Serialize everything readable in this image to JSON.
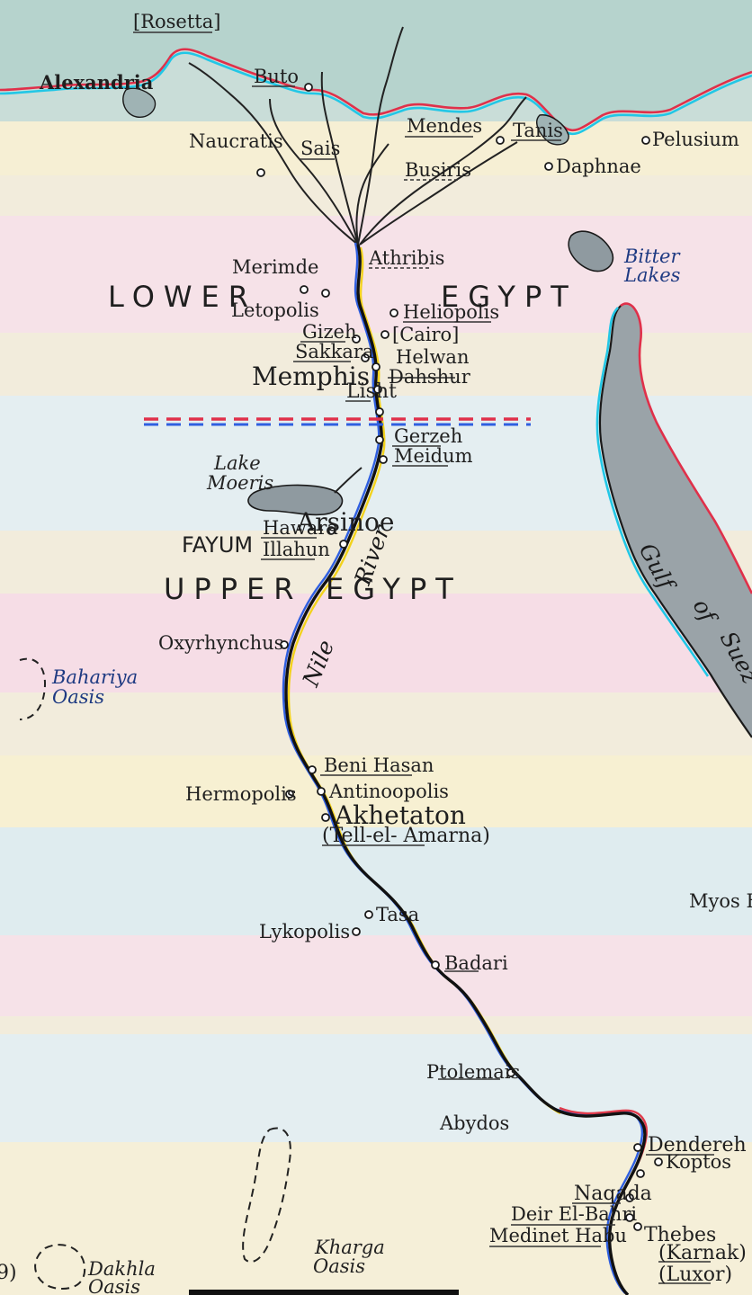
{
  "regions": {
    "lower_egypt_left": "LOWER",
    "lower_egypt_right": "EGYPT",
    "upper_egypt_left": "UPPER",
    "upper_egypt_right": "EGYPT",
    "fayum": "FAYUM"
  },
  "places": {
    "rosetta": "[Rosetta]",
    "alexandria": "Alexandria",
    "buto": "Buto",
    "naucratis": "Naucratis",
    "sais": "Sais",
    "mendes": "Mendes",
    "tanis": "Tanis",
    "pelusium": "Pelusium",
    "busiris": "Busiris",
    "daphnae": "Daphnae",
    "athribis": "Athribis",
    "merimde": "Merimde",
    "letopolis": "Letopolis",
    "heliopolis": "Heliopolis",
    "cairo": "[Cairo]",
    "gizeh": "Gizeh",
    "sakkara": "Sakkara",
    "helwan": "Helwan",
    "memphis": "Memphis",
    "dahshur": "Dahshur",
    "lisht": "Lisht",
    "gerzeh": "Gerzeh",
    "meidum": "Meidum",
    "arsinoe": "Arsinoe",
    "hawara": "Hawara",
    "illahun": "Illahun",
    "oxyrhynchus": "Oxyrhynchus",
    "beni_hasan": "Beni Hasan",
    "hermopolis": "Hermopolis",
    "antinoopolis": "Antinoopolis",
    "akhetaton": "Akhetaton",
    "tell_el_amarna": "(Tell-el- Amarna)",
    "tasa": "Tasa",
    "lykopolis": "Lykopolis",
    "badari": "Badari",
    "ptolemais": "Ptolemais",
    "abydos": "Abydos",
    "dendereh": "Dendereh",
    "koptos": "Koptos",
    "naqada": "Naqada",
    "deir_el_bahri": "Deir El-Bahri",
    "medinet_habu": "Medinet Habu",
    "thebes": "Thebes",
    "karnak": "(Karnak)",
    "luxor": "(Luxor)",
    "myos": "Myos H"
  },
  "water": {
    "bitter_lakes_1": "Bitter",
    "bitter_lakes_2": "Lakes",
    "lake_moeris_1": "Lake",
    "lake_moeris_2": "Moeris",
    "nile": "Nile",
    "river": "River",
    "gulf_1": "Gulf",
    "gulf_2": "of",
    "gulf_3": "Suez"
  },
  "oases": {
    "bahariya_1": "Bahariya",
    "bahariya_2": "Oasis",
    "kharga_1": "Kharga",
    "kharga_2": "Oasis",
    "dakhla_1": "Dakhla",
    "dakhla_2": "Oasis"
  },
  "fragment_text": "9)",
  "colors": {
    "paper": "#f2ecdc",
    "sea": "#b9d6cf",
    "land_wash_pink": "#f4dbe3",
    "land_wash_blue": "#dbe9ee",
    "lake_fill": "#8f9aa0",
    "gulf_fill": "#9aa3a8",
    "nile_blue": "#2f5fe0",
    "nile_yellow": "#f2d21c",
    "nile_red": "#e03a4a"
  }
}
